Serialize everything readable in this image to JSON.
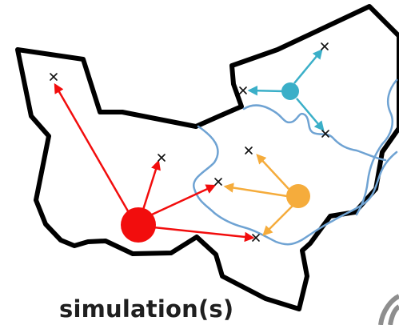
{
  "caption": "simulation(s)",
  "colors": {
    "outline": "#000000",
    "river": "#6fa3d3",
    "red": "#f20d0d",
    "orange": "#f5ac3c",
    "teal": "#3aafc8",
    "marker": "#111111"
  },
  "groups": [
    {
      "name": "red",
      "color": "#f20d0d",
      "target_count": 4
    },
    {
      "name": "orange",
      "color": "#f5ac3c",
      "target_count": 3
    },
    {
      "name": "teal",
      "color": "#3aafc8",
      "target_count": 3
    }
  ]
}
